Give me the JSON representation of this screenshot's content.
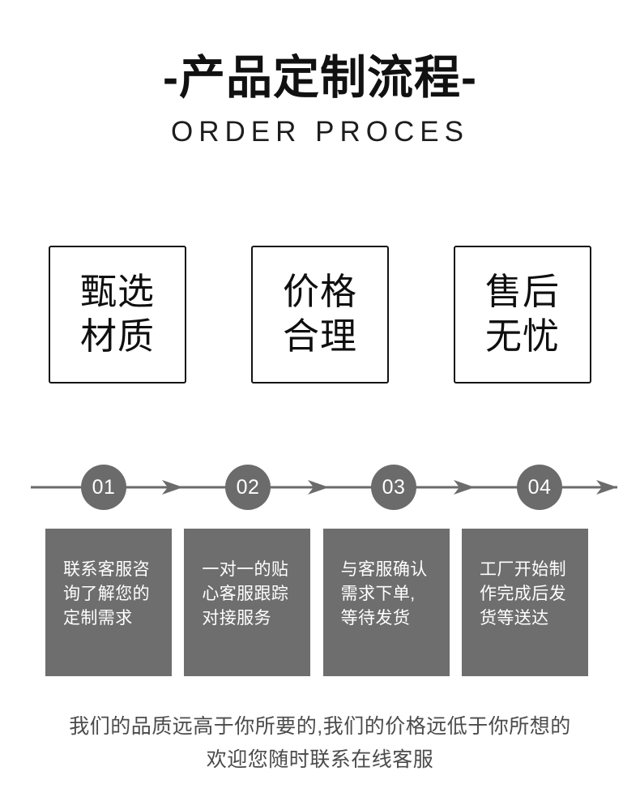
{
  "header": {
    "title": "-产品定制流程-",
    "subtitle": "ORDER PROCES"
  },
  "features": [
    {
      "line1": "甄选",
      "line2": "材质"
    },
    {
      "line1": "价格",
      "line2": "合理"
    },
    {
      "line1": "售后",
      "line2": "无忧"
    }
  ],
  "timeline": {
    "steps": [
      {
        "number": "01"
      },
      {
        "number": "02"
      },
      {
        "number": "03"
      },
      {
        "number": "04"
      }
    ],
    "line_color": "#6b6b6b",
    "circle_color": "#6b6b6b",
    "circle_text_color": "#ffffff"
  },
  "steps": [
    {
      "number": "01",
      "text": "联系客服咨询了解您的定制需求"
    },
    {
      "number": "02",
      "text": "一对一的贴心客服跟踪对接服务"
    },
    {
      "number": "03",
      "text": "与客服确认需求下单,等待发货"
    },
    {
      "number": "04",
      "text": "工厂开始制作完成后发货等送达"
    }
  ],
  "card_color": "#6e6e6e",
  "card_text_color": "#ffffff",
  "footer": {
    "line1": "我们的品质远高于你所要的,我们的价格远低于你所想的",
    "line2": "欢迎您随时联系在线客服"
  }
}
